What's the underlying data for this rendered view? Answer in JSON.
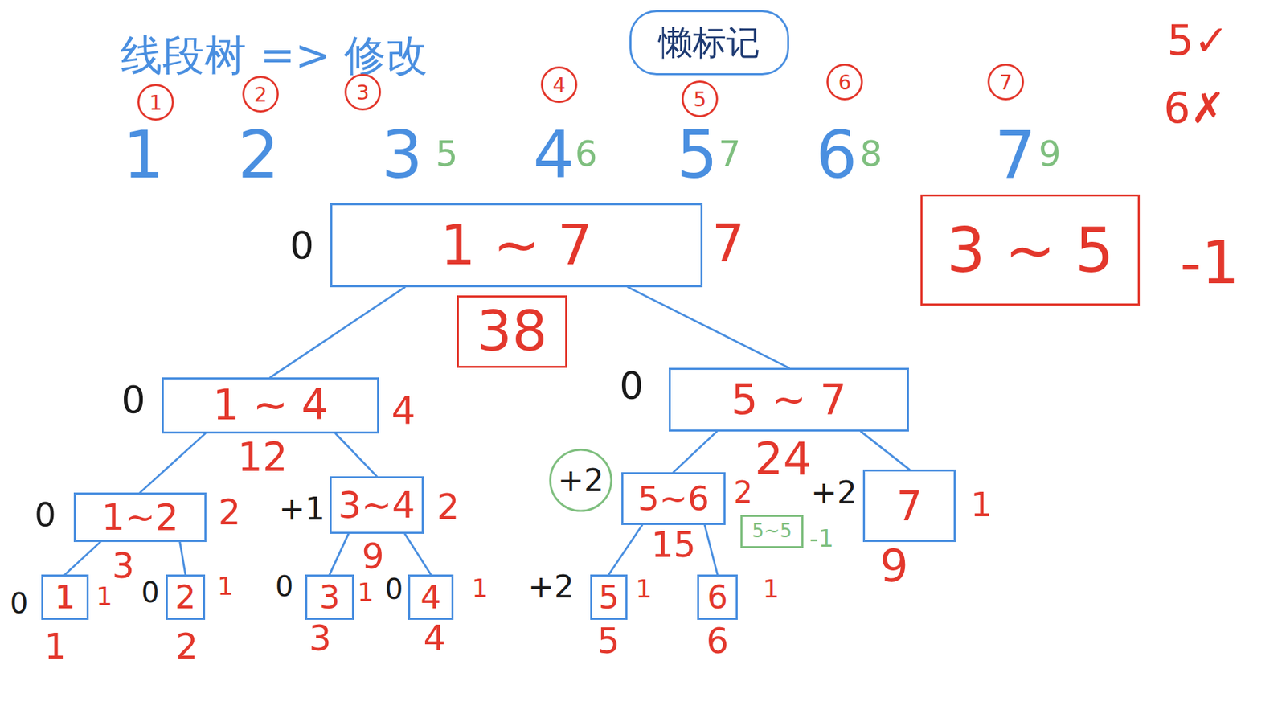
{
  "diagram": {
    "title": "线段树 => 修改",
    "nodes": [
      {
        "text": [
          "懒标记"
        ]
      },
      {
        "text": [
          "1"
        ]
      },
      {
        "text": [
          "2"
        ]
      },
      {
        "text": [
          "3"
        ]
      },
      {
        "text": [
          "4"
        ]
      },
      {
        "text": [
          "5"
        ]
      },
      {
        "text": [
          "6"
        ]
      },
      {
        "text": [
          "7"
        ]
      },
      {
        "text": [
          "3 ~ 5"
        ]
      },
      {
        "text": [
          "1 ~ 7"
        ]
      },
      {
        "text": [
          "38"
        ]
      },
      {
        "text": [
          "1 ~ 4"
        ]
      },
      {
        "text": [
          "5 ~ 7"
        ]
      },
      {
        "text": [
          "+2"
        ]
      },
      {
        "text": [
          "1~2"
        ]
      },
      {
        "text": [
          "3~4"
        ]
      },
      {
        "text": [
          "5~6"
        ]
      },
      {
        "text": [
          "5~5"
        ]
      },
      {
        "text": [
          "7"
        ]
      },
      {
        "text": [
          "1"
        ]
      },
      {
        "text": [
          "2"
        ]
      },
      {
        "text": [
          "3"
        ]
      },
      {
        "text": [
          "4"
        ]
      },
      {
        "text": [
          "5"
        ]
      },
      {
        "text": [
          "6"
        ]
      }
    ],
    "edges": [
      {
        "from": 9,
        "to": 11,
        "arrow": "none"
      },
      {
        "from": 9,
        "to": 12,
        "arrow": "none"
      },
      {
        "from": 11,
        "to": 14,
        "arrow": "none"
      },
      {
        "from": 11,
        "to": 15,
        "arrow": "none"
      },
      {
        "from": 12,
        "to": 16,
        "arrow": "none"
      },
      {
        "from": 12,
        "to": 18,
        "arrow": "none"
      },
      {
        "from": 14,
        "to": 19,
        "arrow": "none"
      },
      {
        "from": 14,
        "to": 20,
        "arrow": "none"
      },
      {
        "from": 15,
        "to": 21,
        "arrow": "none"
      },
      {
        "from": 15,
        "to": 22,
        "arrow": "none"
      },
      {
        "from": 16,
        "to": 23,
        "arrow": "none"
      },
      {
        "from": 16,
        "to": 24,
        "arrow": "none"
      }
    ],
    "labels": [
      "5✓",
      "6✗",
      "1",
      "2",
      "3",
      "4",
      "5",
      "6",
      "7",
      "5",
      "6",
      "7",
      "8",
      "9",
      "-1",
      "0",
      "7",
      "0",
      "4",
      "12",
      "0",
      "24",
      "0",
      "2",
      "3",
      "+1",
      "2",
      "9",
      "2",
      "15",
      "-1",
      "+2",
      "1",
      "9",
      "0",
      "1",
      "1",
      "0",
      "1",
      "2",
      "0",
      "1",
      "3",
      "0",
      "1",
      "4",
      "+2",
      "1",
      "5",
      "1",
      "6"
    ]
  }
}
